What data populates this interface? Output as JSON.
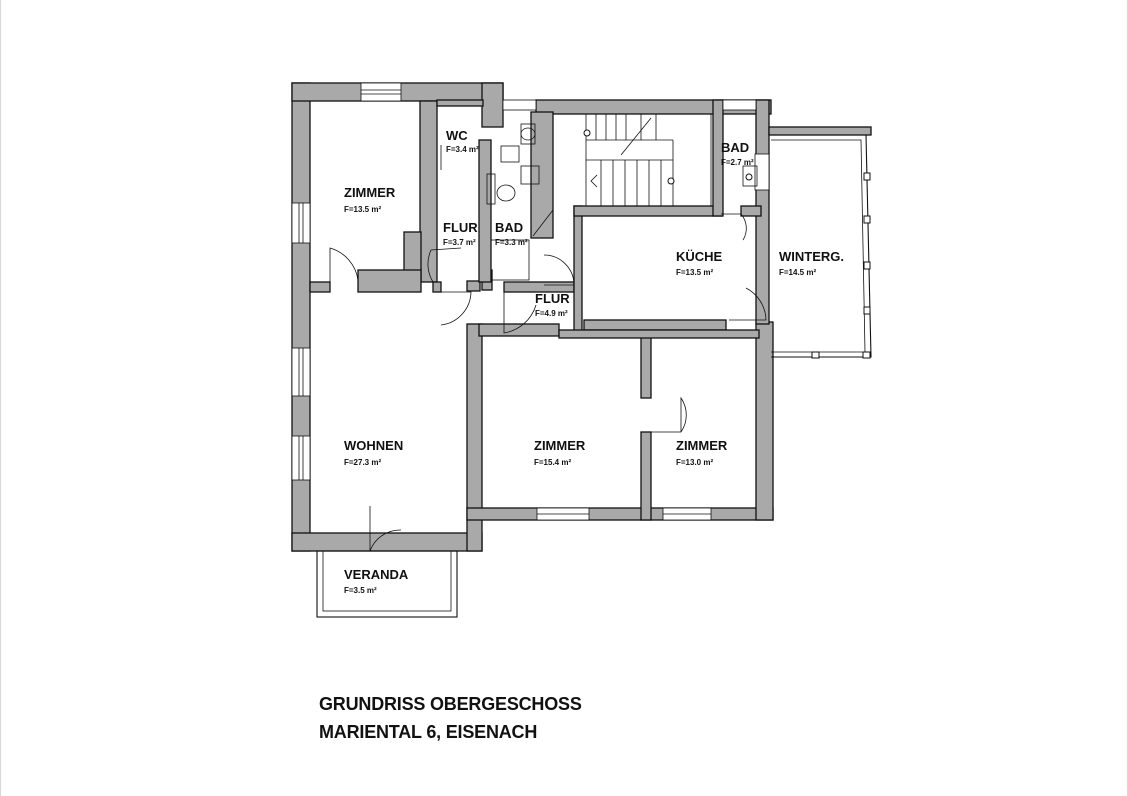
{
  "plan": {
    "rooms": [
      {
        "name": "ZIMMER",
        "area": "F=13.5 m²"
      },
      {
        "name": "WC",
        "area": "F=3.4 m²"
      },
      {
        "name": "FLUR",
        "area": "F=3.7 m²"
      },
      {
        "name": "BAD",
        "area": "F=3.3 m²"
      },
      {
        "name": "BAD",
        "area": "F=2.7 m²"
      },
      {
        "name": "KÜCHE",
        "area": "F=13.5 m²"
      },
      {
        "name": "WINTERG.",
        "area": "F=14.5 m²"
      },
      {
        "name": "FLUR",
        "area": "F=4.9 m²"
      },
      {
        "name": "WOHNEN",
        "area": "F=27.3 m²"
      },
      {
        "name": "ZIMMER",
        "area": "F=15.4 m²"
      },
      {
        "name": "ZIMMER",
        "area": "F=13.0 m²"
      },
      {
        "name": "VERANDA",
        "area": "F=3.5 m²"
      }
    ],
    "title_line1": "GRUNDRISS OBERGESCHOSS",
    "title_line2": "MARIENTAL 6, EISENACH",
    "wall_color": "#a9a9a9",
    "line_color": "#111111"
  }
}
